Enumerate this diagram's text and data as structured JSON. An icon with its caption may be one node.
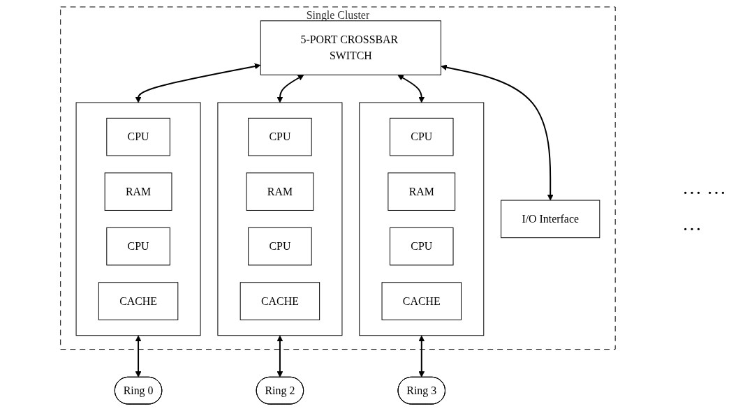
{
  "diagram": {
    "nodes": [
      {
        "text": [
          "Single Cluster"
        ]
      },
      {
        "text": [
          "5-PORT CROSSBAR SWITCH"
        ],
        "in": 0
      },
      {
        "text": [],
        "shape": "box",
        "in": 0
      },
      {
        "text": [
          "CPU"
        ],
        "in": 2
      },
      {
        "text": [
          "RAM"
        ],
        "in": 2
      },
      {
        "text": [
          "CPU"
        ],
        "in": 2
      },
      {
        "text": [
          "CACHE"
        ],
        "in": 2
      },
      {
        "text": [],
        "shape": "box",
        "in": 0
      },
      {
        "text": [
          "CPU"
        ],
        "in": 7
      },
      {
        "text": [
          "RAM"
        ],
        "in": 7
      },
      {
        "text": [
          "CPU"
        ],
        "in": 7
      },
      {
        "text": [
          "CACHE"
        ],
        "in": 7
      },
      {
        "text": [],
        "shape": "box",
        "in": 0
      },
      {
        "text": [
          "CPU"
        ],
        "in": 12
      },
      {
        "text": [
          "RAM"
        ],
        "in": 12
      },
      {
        "text": [
          "CPU"
        ],
        "in": 12
      },
      {
        "text": [
          "CACHE"
        ],
        "in": 12
      },
      {
        "text": [
          "I/O Interface"
        ],
        "in": 0
      },
      {
        "text": [
          "Ring 0"
        ]
      },
      {
        "text": [
          "Ring 2"
        ]
      },
      {
        "text": [
          "Ring 3"
        ]
      }
    ],
    "edges": [
      {
        "from": 1,
        "to": 2,
        "arrow": "both"
      },
      {
        "from": 1,
        "to": 7,
        "arrow": "both"
      },
      {
        "from": 1,
        "to": 12,
        "arrow": "both"
      },
      {
        "from": 1,
        "to": 17,
        "arrow": "both"
      },
      {
        "from": 2,
        "to": 18,
        "arrow": "both"
      },
      {
        "from": 7,
        "to": 19,
        "arrow": "both"
      },
      {
        "from": 12,
        "to": 20,
        "arrow": "both"
      }
    ],
    "labels": [
      "… …",
      "…"
    ]
  }
}
